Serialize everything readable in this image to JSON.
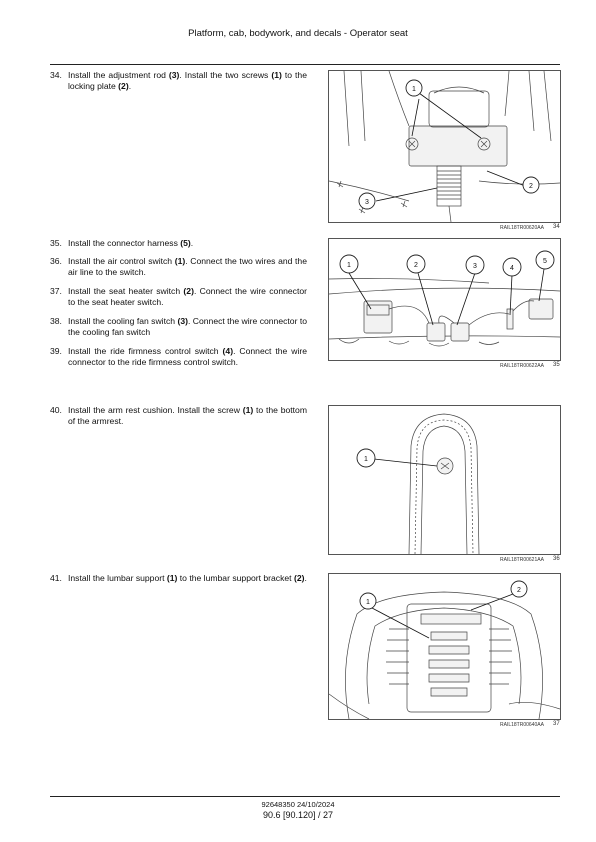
{
  "header": {
    "title": "Platform, cab, bodywork, and decals - Operator seat"
  },
  "steps": [
    {
      "number": "34.",
      "parts": [
        "Install the adjustment rod ",
        "(3)",
        ".  Install the two screws ",
        "(1)",
        " to the locking plate ",
        "(2)",
        "."
      ]
    },
    {
      "number": "35.",
      "parts": [
        "Install the connector harness ",
        "(5)",
        "."
      ]
    },
    {
      "number": "36.",
      "parts": [
        "Install the air control switch ",
        "(1)",
        ".  Connect the two wires and the air line to the switch."
      ]
    },
    {
      "number": "37.",
      "parts": [
        "Install the seat heater switch ",
        "(2)",
        ".  Connect the wire connector to the seat heater switch."
      ]
    },
    {
      "number": "38.",
      "parts": [
        "Install the cooling fan switch ",
        "(3)",
        ".  Connect the wire connector to the cooling fan switch"
      ]
    },
    {
      "number": "39.",
      "parts": [
        "Install the ride firmness control switch ",
        "(4)",
        ".  Connect the wire connector to the ride firmness control switch."
      ]
    },
    {
      "number": "40.",
      "parts": [
        "Install the arm rest cushion.  Install the screw ",
        "(1)",
        " to the bottom of the armrest."
      ]
    },
    {
      "number": "41.",
      "parts": [
        "Install the lumbar support ",
        "(1)",
        " to the lumbar support bracket ",
        "(2)",
        "."
      ]
    }
  ],
  "figures": [
    {
      "code": "RAIL18TR00620AA",
      "number": "34",
      "callouts": [
        "1",
        "2",
        "3"
      ]
    },
    {
      "code": "RAIL18TR00622AA",
      "number": "35",
      "callouts": [
        "1",
        "2",
        "3",
        "4",
        "5"
      ]
    },
    {
      "code": "RAIL18TR00621AA",
      "number": "36",
      "callouts": [
        "1"
      ]
    },
    {
      "code": "RAIL18TR00640AA",
      "number": "37",
      "callouts": [
        "1",
        "2"
      ]
    }
  ],
  "footer": {
    "doc_code": "92648350 24/10/2024",
    "page": "90.6 [90.120] / 27"
  }
}
